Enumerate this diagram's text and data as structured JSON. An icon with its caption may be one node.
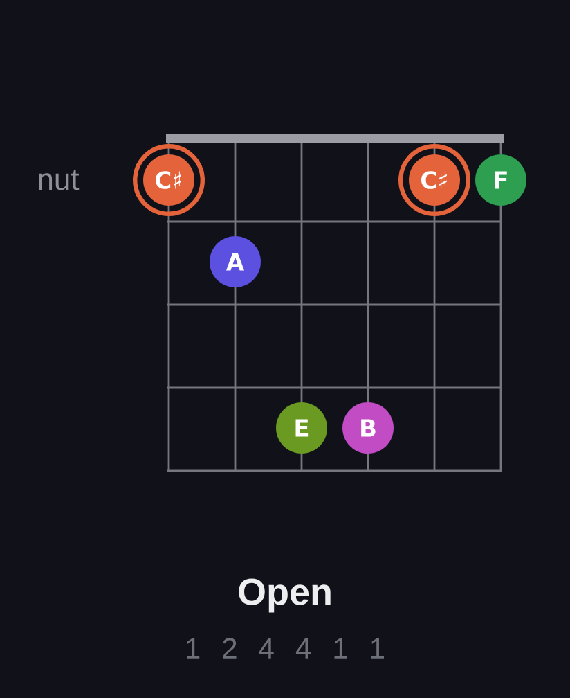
{
  "diagram": {
    "title": "Open",
    "nodes": [
      {
        "text": [
          "C♯"
        ]
      },
      {
        "text": [
          "C♯"
        ]
      },
      {
        "text": [
          "F"
        ]
      },
      {
        "text": [
          "A"
        ]
      },
      {
        "text": [
          "E"
        ]
      },
      {
        "text": [
          "B"
        ]
      }
    ],
    "labels": [
      "nut",
      "1 2 4 4 1 1"
    ]
  }
}
